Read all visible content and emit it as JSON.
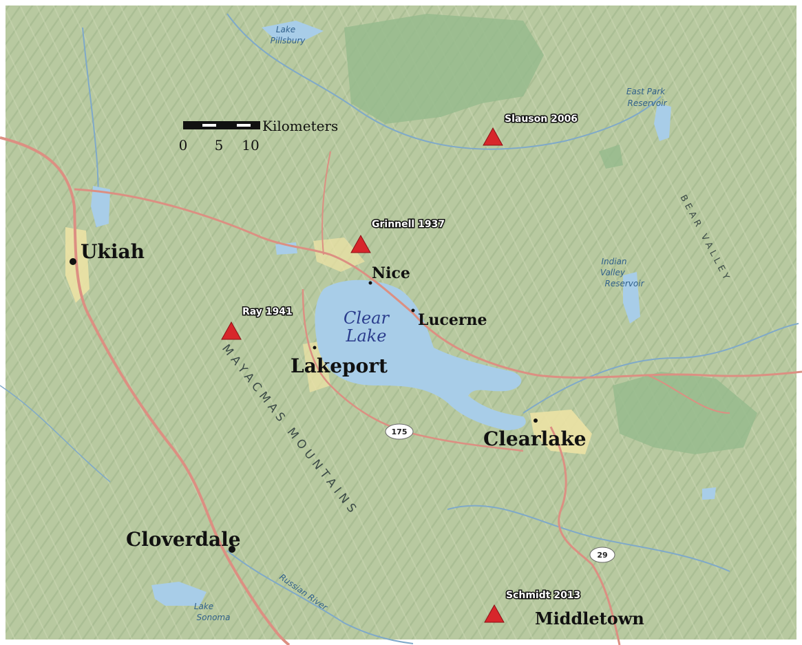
{
  "scale_bar": {
    "unit_label": "Kilometers",
    "ticks": [
      "0",
      "5",
      "10"
    ]
  },
  "towns": {
    "ukiah": "Ukiah",
    "nice": "Nice",
    "lucerne": "Lucerne",
    "lakeport": "Lakeport",
    "clearlake": "Clearlake",
    "cloverdale": "Cloverdale",
    "middletown": "Middletown"
  },
  "water_bodies": {
    "lake_pillsbury": [
      "Lake",
      "Pillsbury"
    ],
    "east_park": [
      "East Park",
      "Reservoir"
    ],
    "indian_valley": [
      "Indian",
      "Valley",
      "Reservoir"
    ],
    "clear_lake": [
      "Clear",
      "Lake"
    ],
    "lake_sonoma": [
      "Lake",
      "Sonoma"
    ],
    "russian_river": "Russian River"
  },
  "terrain_labels": {
    "mayacmas": "MAYACMAS MOUNTAINS",
    "bear_valley": "BEAR VALLEY"
  },
  "highways": {
    "hwy_175": "175",
    "hwy_29": "29"
  },
  "survey_sites": [
    {
      "label": "Slauson 2006"
    },
    {
      "label": "Grinnell 1937"
    },
    {
      "label": "Ray 1941"
    },
    {
      "label": "Schmidt 2013"
    }
  ],
  "colors": {
    "terrain": "#b8c9a0",
    "forest": "#97bb8d",
    "water": "#a8cde8",
    "river": "#7fa9c9",
    "road": "#dc8f82",
    "urban": "#ece2a4",
    "site_marker": "#d7262b"
  }
}
